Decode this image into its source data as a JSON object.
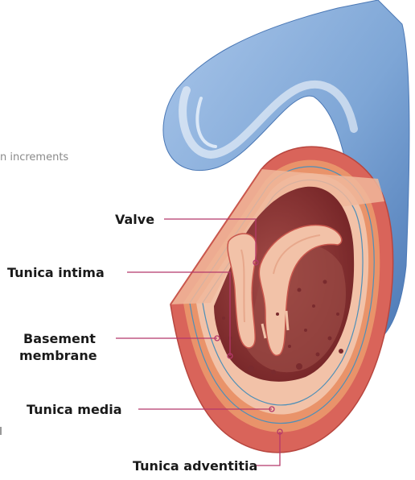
{
  "fragment_text": "n increments",
  "labels": {
    "valve": "Valve",
    "tunica_intima": "Tunica intima",
    "basement_1": "Basement",
    "basement_2": "membrane",
    "tunica_media": "Tunica media",
    "tunica_adventitia": "Tunica adventitia"
  },
  "colors": {
    "vessel_blue": "#7ea6d6",
    "vessel_blue_dark": "#4b78b5",
    "adventitia": "#d9645a",
    "media": "#e9936a",
    "intima": "#f2c2a8",
    "lumen_dark": "#6e1f22",
    "lumen_mid": "#94403e",
    "leader_line": "#b5386a"
  }
}
